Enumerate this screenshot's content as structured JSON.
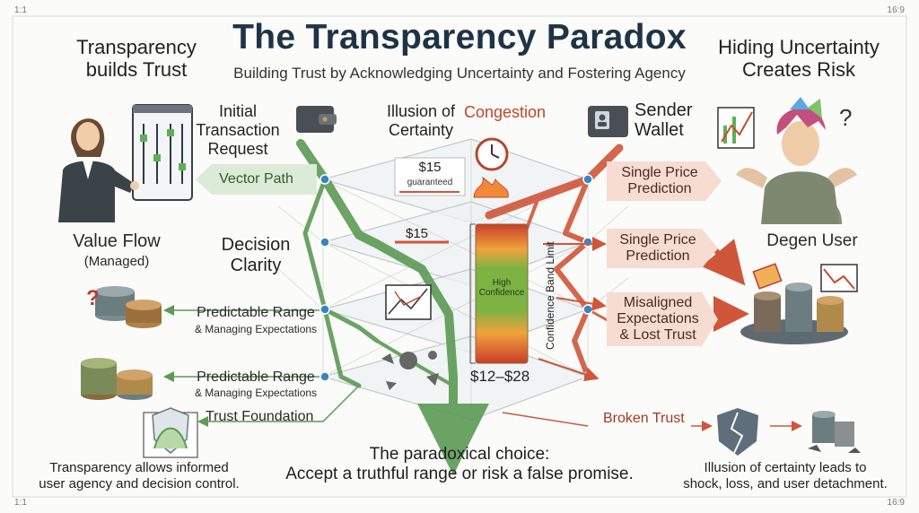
{
  "corners": {
    "top_left": "1:1",
    "top_right": "16:9",
    "bottom_left": "1:1",
    "bottom_right": "16:9"
  },
  "title": "The Transparency Paradox",
  "subtitle": "Building Trust by Acknowledging Uncertainty and Fostering Agency",
  "left_heading": [
    "Transparency",
    "builds Trust"
  ],
  "right_heading": [
    "Hiding Uncertainty",
    "Creates Risk"
  ],
  "initial_request": [
    "Initial",
    "Transaction",
    "Request"
  ],
  "illusion": [
    "Illusion of",
    "Certainty"
  ],
  "congestion": "Congestion",
  "sender_wallet": [
    "Sender",
    "Wallet"
  ],
  "price_guaranteed": {
    "price": "$15",
    "note": "guaranteed"
  },
  "price_single": "$15",
  "decision_clarity": [
    "Decision",
    "Clarity"
  ],
  "value_flow": "Value Flow",
  "managed": "(Managed)",
  "degen_user": "Degen User",
  "left_tags": {
    "vector_path": "Vector Path",
    "range1_title": "Predictable Range",
    "range1_sub": "& Managing Expectations",
    "range2_title": "Predictable Range",
    "range2_sub": "& Managing Expectations",
    "trust_foundation": "Trust Foundation"
  },
  "right_tags": {
    "single1": "Single Price Prediction",
    "single2": "Single Price Prediction",
    "misaligned": [
      "Misaligned",
      "Expectations",
      "& Lost Trust"
    ],
    "broken_trust": "Broken Trust"
  },
  "confidence_band": {
    "label": "Confidence Band Limit",
    "center": "High Confidence",
    "range": "$12–$28"
  },
  "paradox": [
    "The paradoxical choice:",
    "Accept a truthful range or risk a false promise."
  ],
  "left_bottom": [
    "Transparency allows informed",
    "user agency and decision control."
  ],
  "right_bottom": [
    "Illusion of certainty leads to",
    "shock, loss, and user detachment."
  ],
  "colors": {
    "title": "#1f3346",
    "green": "#5c9a55",
    "red": "#d0563a",
    "tag_green": "#dcebd7",
    "tag_red": "#f7dcd1",
    "node": "#3b84c4"
  },
  "icons": [
    "wallet-icon",
    "clock-icon",
    "fire-icon",
    "dashboard-icon",
    "chart-icon",
    "coin-stack-icon",
    "shield-icon",
    "broken-shield-icon",
    "question-mark-icon",
    "businesswoman-illustration",
    "confused-user-illustration"
  ]
}
